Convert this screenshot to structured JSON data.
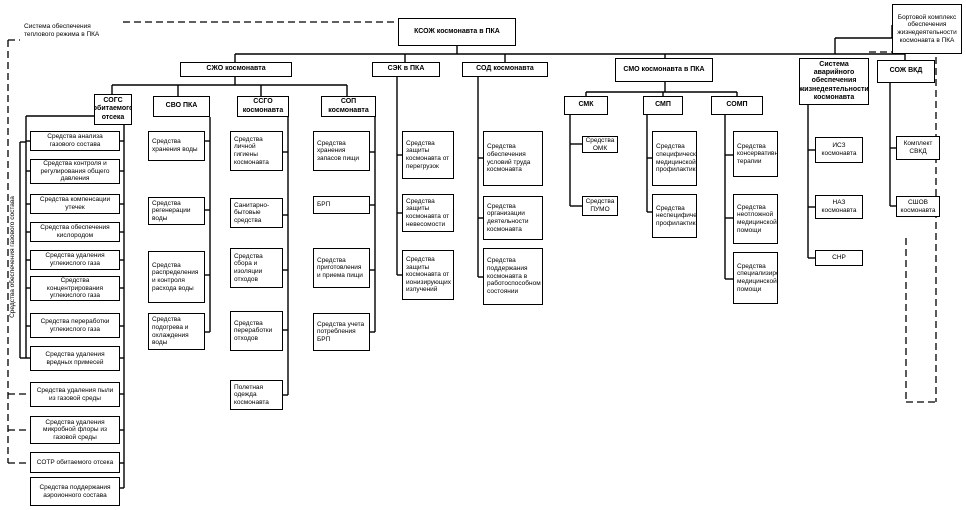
{
  "diagram": {
    "root": "КСОЖ космонавта в ПКА",
    "thermal": "Система обеспечения теплового режима в ПКА",
    "onboard": "Бортовой комплекс обеспечения жизнедеятельности космонавта в ПКА",
    "level1": {
      "szho": "СЖО космонавта",
      "sek": "СЭК в ПКА",
      "sod": "СОД космонавта",
      "smo": "СМО космонавта в ПКА",
      "emergency": "Система аварийного обеспечения жизнедеятельности космонавта",
      "sozh_vkd": "СОЖ ВКД"
    },
    "level2": {
      "sogs": "СОГС обитаемого отсека",
      "svo": "СВО ПКА",
      "ssgo": "ССГО космонавта",
      "sop": "СОП космонавта",
      "smk": "СМК",
      "smp": "СМП",
      "somp": "СОМП"
    },
    "gas_label": "Средства обеспечения газового состава",
    "sogs_items": [
      "Средства анализа газового состава",
      "Средства контроля и регулирования общего давления",
      "Средства компенсации утечек",
      "Средства обеспечения кислородом",
      "Средства удаления углекислого газа",
      "Средства концентрирования углекислого газа",
      "Средства переработки углекислого газа",
      "Средства удаления вредных примесей",
      "Средства удаления пыли из газовой среды",
      "Средства удаления микробной флоры из газовой среды",
      "СОТР обитаемого отсека",
      "Средства поддержания аэроионного состава"
    ],
    "svo_items": [
      "Средства хранения воды",
      "Средства регенерации воды",
      "Средства распределения и контроля расхода воды",
      "Средства подогрева и охлаждения воды"
    ],
    "ssgo_items": [
      "Средства личной гигиены космонавта",
      "Санитарно-бытовые средства",
      "Средства сбора и изоляции отходов",
      "Средства переработки отходов",
      "Полетная одежда космонавта"
    ],
    "sop_items": [
      "Средства хранения запасов пищи",
      "БРП",
      "Средства приготовления и приема пищи",
      "Средства учета потребления БРП"
    ],
    "sek_items": [
      "Средства защиты космонавта от перегрузок",
      "Средства защиты космонавта от невесомости",
      "Средства защиты космонавта от ионизирующих излучений"
    ],
    "sod_items": [
      "Средства обеспечения условий труда космонавта",
      "Средства организации деятельности космонавта",
      "Средства поддержания космонавта в работоспособном состоянии"
    ],
    "smk_items": [
      "Средства ОМК",
      "Средства ПУМО"
    ],
    "smp_items": [
      "Средства специфической медицинской профилактики",
      "Средства неспецифической профилактики"
    ],
    "somp_items": [
      "Средства консервативной терапии",
      "Средства неотложной медицинской помощи",
      "Средства специализированной медицинской помощи"
    ],
    "emergency_items": [
      "ИСЗ космонавта",
      "НАЗ космонавта",
      "СНР"
    ],
    "vkd_items": [
      "Комплект СВКД",
      "СШОВ космонавта"
    ]
  }
}
